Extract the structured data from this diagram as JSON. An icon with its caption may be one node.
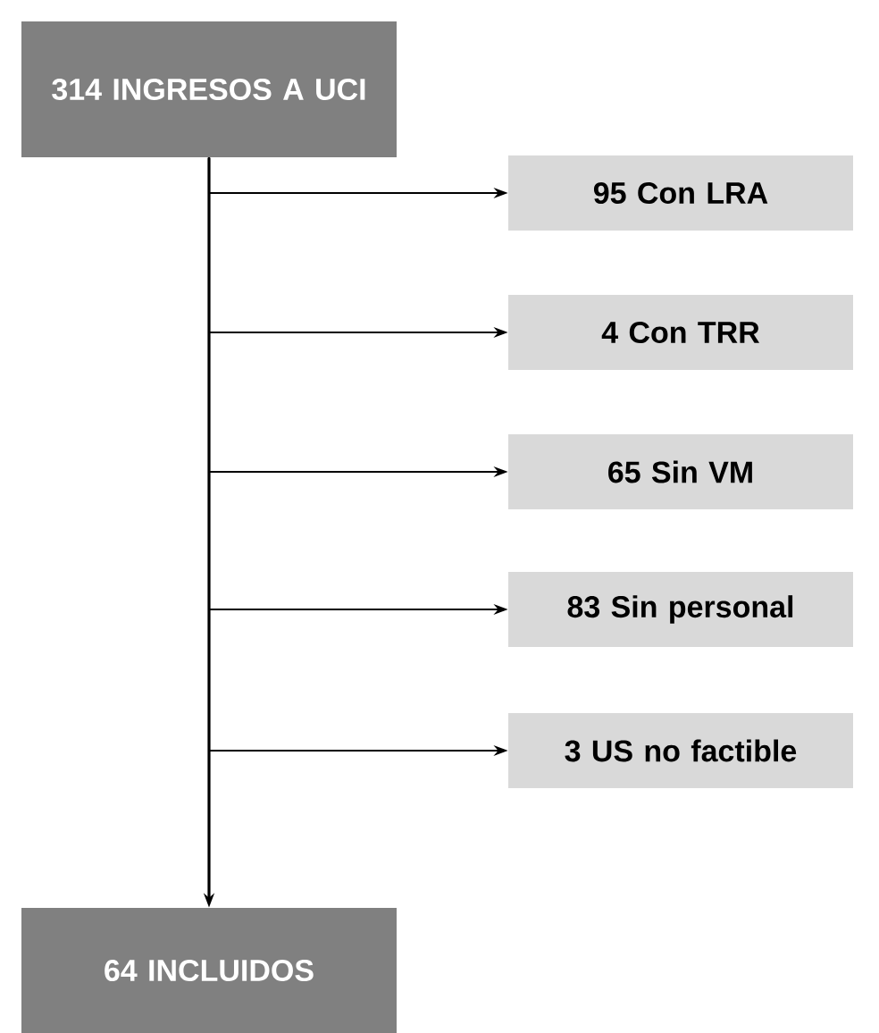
{
  "diagram": {
    "nodes": [
      {
        "text": [
          "314 INGRESOS A UCI"
        ]
      },
      {
        "text": [
          "95 Con LRA"
        ]
      },
      {
        "text": [
          "4 Con TRR"
        ]
      },
      {
        "text": [
          "65 Sin VM"
        ]
      },
      {
        "text": [
          "83 Sin personal"
        ]
      },
      {
        "text": [
          "3 US no factible"
        ]
      },
      {
        "text": [
          "64 INCLUIDOS"
        ]
      }
    ],
    "edges": [
      {
        "from": 0,
        "to": 6,
        "arrow": "to"
      },
      {
        "from": 0,
        "to": 1,
        "arrow": "to"
      },
      {
        "from": 0,
        "to": 2,
        "arrow": "to"
      },
      {
        "from": 0,
        "to": 3,
        "arrow": "to"
      },
      {
        "from": 0,
        "to": 4,
        "arrow": "to"
      },
      {
        "from": 0,
        "to": 5,
        "arrow": "to"
      }
    ]
  }
}
